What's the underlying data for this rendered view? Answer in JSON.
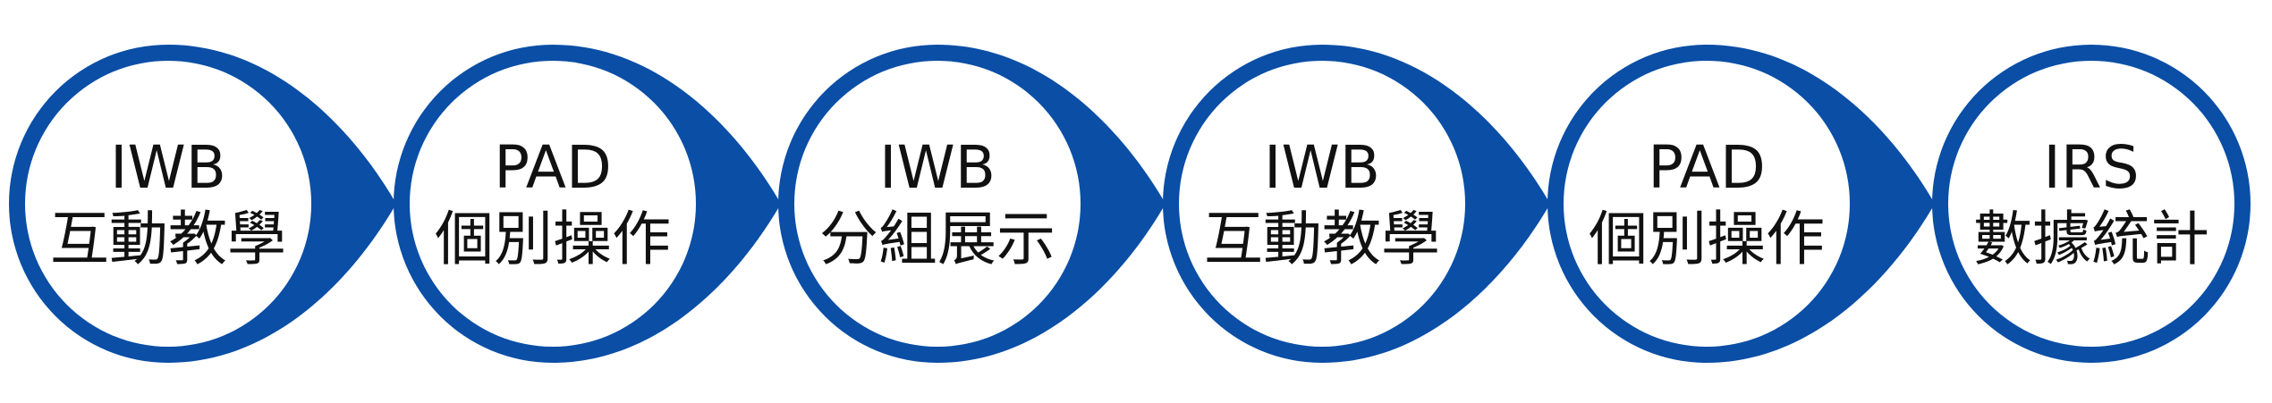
{
  "colors": {
    "accent": "#0a4ea6",
    "circle_fill": "#ffffff",
    "text": "#111111"
  },
  "steps": [
    {
      "title": "IWB",
      "subtitle": "互動教學",
      "has_arrow": true
    },
    {
      "title": "PAD",
      "subtitle": "個別操作",
      "has_arrow": true
    },
    {
      "title": "IWB",
      "subtitle": "分組展示",
      "has_arrow": true
    },
    {
      "title": "IWB",
      "subtitle": "互動教學",
      "has_arrow": true
    },
    {
      "title": "PAD",
      "subtitle": "個別操作",
      "has_arrow": true
    },
    {
      "title": "IRS",
      "subtitle": "數據統計",
      "has_arrow": false
    }
  ]
}
